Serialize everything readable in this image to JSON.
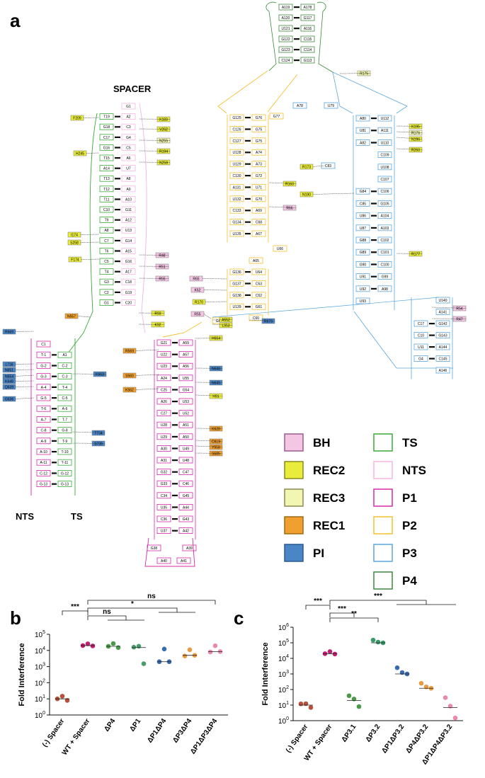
{
  "panel_a": {
    "letter": "a",
    "spacer_title": "SPACER",
    "strand_labels": {
      "nts": "NTS",
      "ts": "TS"
    },
    "legend": [
      {
        "label": "BH",
        "fill": "#f3c6e4",
        "stroke": "#9a5a8c"
      },
      {
        "label": "REC2",
        "fill": "#e9ec3a",
        "stroke": "#8a8a20"
      },
      {
        "label": "REC3",
        "fill": "#f3f6b3",
        "stroke": "#8a8a50"
      },
      {
        "label": "REC1",
        "fill": "#f0a030",
        "stroke": "#a06a10"
      },
      {
        "label": "PI",
        "fill": "#4a86c5",
        "stroke": "#2a5a90"
      },
      {
        "label": "TS",
        "fill": "#ffffff",
        "stroke": "#3aaa3a"
      },
      {
        "label": "NTS",
        "fill": "#ffffff",
        "stroke": "#f3b6e6"
      },
      {
        "label": "P1",
        "fill": "#ffffff",
        "stroke": "#d42aa8"
      },
      {
        "label": "P2",
        "fill": "#ffffff",
        "stroke": "#f2c230"
      },
      {
        "label": "P3",
        "fill": "#ffffff",
        "stroke": "#5aa6dc"
      },
      {
        "label": "P4",
        "fill": "#ffffff",
        "stroke": "#3a8a3a"
      }
    ],
    "top_stem": {
      "left": [
        "A119",
        "A120",
        "U121",
        "G122",
        "G123",
        "C124"
      ],
      "right": [
        "A178",
        "G117",
        "A116",
        "C115",
        "C114",
        "G113"
      ]
    },
    "spacer_rows": [
      {
        "ts": "",
        "nts": "G1"
      },
      {
        "ts": "T19",
        "nts": "A2"
      },
      {
        "ts": "G18",
        "nts": "C3"
      },
      {
        "ts": "C17",
        "nts": "G4"
      },
      {
        "ts": "G16",
        "nts": "C5"
      },
      {
        "ts": "T15",
        "nts": "A6"
      },
      {
        "ts": "A14",
        "nts": "U7"
      },
      {
        "ts": "T13",
        "nts": "A8"
      },
      {
        "ts": "T12",
        "nts": "A9"
      },
      {
        "ts": "T11",
        "nts": "A10"
      },
      {
        "ts": "C10",
        "nts": "G11"
      },
      {
        "ts": "T9",
        "nts": "A12"
      },
      {
        "ts": "A8",
        "nts": "U13"
      },
      {
        "ts": "C7",
        "nts": "G14"
      },
      {
        "ts": "T6",
        "nts": "A15"
      },
      {
        "ts": "C5",
        "nts": "G16"
      },
      {
        "ts": "T4",
        "nts": "A17"
      },
      {
        "ts": "G3",
        "nts": "C18"
      },
      {
        "ts": "C2",
        "nts": "G19"
      },
      {
        "ts": "G1",
        "nts": "C20"
      }
    ],
    "pam_rows": [
      {
        "nts": "C1",
        "ts": ""
      },
      {
        "nts": "T-1",
        "ts": "A1"
      },
      {
        "nts": "G-2",
        "ts": "C-2"
      },
      {
        "nts": "G-3",
        "ts": "C-3"
      },
      {
        "nts": "A-4",
        "ts": "T-4"
      },
      {
        "nts": "G-5",
        "ts": "C-5"
      },
      {
        "nts": "T-6",
        "ts": "A-6"
      },
      {
        "nts": "A-7",
        "ts": "T-7"
      },
      {
        "nts": "C-8",
        "ts": "G-8"
      },
      {
        "nts": "A-9",
        "ts": "T-9"
      },
      {
        "nts": "A-10",
        "ts": "T-10"
      },
      {
        "nts": "A-11",
        "ts": "T-11"
      },
      {
        "nts": "C-12",
        "ts": "G-12"
      },
      {
        "nts": "G-13",
        "ts": "G-13"
      }
    ],
    "p1_rows": [
      {
        "l": "G21",
        "r": "A59"
      },
      {
        "l": "U22",
        "r": "A57"
      },
      {
        "l": "U23",
        "r": "A56"
      },
      {
        "l": "A24",
        "r": "U55"
      },
      {
        "l": "C25",
        "r": "G54"
      },
      {
        "l": "A26",
        "r": "U53"
      },
      {
        "l": "C27",
        "r": "U52"
      },
      {
        "l": "U28",
        "r": "A51"
      },
      {
        "l": "U29",
        "r": "A50"
      },
      {
        "l": "A30",
        "r": "U49"
      },
      {
        "l": "A31",
        "r": "U48"
      },
      {
        "l": "G32",
        "r": "C47"
      },
      {
        "l": "G33",
        "r": "C46"
      },
      {
        "l": "C34",
        "r": "G45"
      },
      {
        "l": "U35",
        "r": "A44"
      },
      {
        "l": "C36",
        "r": "G43"
      },
      {
        "l": "U37",
        "r": "A42"
      }
    ],
    "p1_loop": [
      "G38",
      "A39",
      "A40",
      "A41"
    ],
    "p2_rows": [
      {
        "l": "G125",
        "r": "G76"
      },
      {
        "l": "C126",
        "r": "G75"
      },
      {
        "l": "C127",
        "r": "G75"
      },
      {
        "l": "U128",
        "r": "A74"
      },
      {
        "l": "U129",
        "r": "A73"
      },
      {
        "l": "C130",
        "r": "G72"
      },
      {
        "l": "A131",
        "r": "U71"
      },
      {
        "l": "U132",
        "r": "G70"
      },
      {
        "l": "C133",
        "r": "A69"
      },
      {
        "l": "G134",
        "r": "C68"
      },
      {
        "l": "U135",
        "r": "A67"
      }
    ],
    "p2_lower": [
      {
        "l": "G136",
        "r": "U64"
      },
      {
        "l": "G137",
        "r": "C63"
      },
      {
        "l": "G138",
        "r": "C62"
      },
      {
        "l": "U139",
        "r": "G61"
      }
    ],
    "p2_misc": {
      "u66": "U66",
      "a65": "A65",
      "g60": "G60",
      "c60": "C60",
      "g77": "G77",
      "a78": "A78",
      "u79": "U79"
    },
    "p3_rows": [
      {
        "l": "A80",
        "r": "U112"
      },
      {
        "l": "U81",
        "r": "A111"
      },
      {
        "l": "A82",
        "r": "U110"
      },
      {
        "l": "",
        "r": "C109"
      },
      {
        "l": "",
        "r": "U108"
      },
      {
        "l": "",
        "r": "C107"
      },
      {
        "l": "G84",
        "r": "C106"
      },
      {
        "l": "C85",
        "r": "G105"
      },
      {
        "l": "U86",
        "r": "A104"
      },
      {
        "l": "U87",
        "r": "A103"
      },
      {
        "l": "G88",
        "r": "C102"
      },
      {
        "l": "G89",
        "r": "C101"
      },
      {
        "l": "G90",
        "r": "C100"
      },
      {
        "l": "U91",
        "r": "G99"
      },
      {
        "l": "U92",
        "r": "A98"
      },
      {
        "l": "U93",
        "r": ""
      }
    ],
    "p3_c83": "C83",
    "p4_rows": [
      {
        "l": "",
        "r": "U140"
      },
      {
        "l": "",
        "r": "A141"
      },
      {
        "l": "C17",
        "r": "G142"
      },
      {
        "l": "C10",
        "r": "G143"
      },
      {
        "l": "U11",
        "r": "A144"
      },
      {
        "l": "G4",
        "r": "C145"
      },
      {
        "l": "",
        "r": "A146"
      }
    ],
    "residues": [
      {
        "t": "R175",
        "c": "rec3"
      },
      {
        "t": "K195",
        "c": "rec2"
      },
      {
        "t": "R176",
        "c": "rec3"
      },
      {
        "t": "N196",
        "c": "rec2"
      },
      {
        "t": "R260",
        "c": "rec2"
      },
      {
        "t": "R173",
        "c": "rec2"
      },
      {
        "t": "N190",
        "c": "rec2"
      },
      {
        "t": "R177",
        "c": "rec2"
      },
      {
        "t": "R160",
        "c": "rec2"
      },
      {
        "t": "R66",
        "c": "bh"
      },
      {
        "t": "F209",
        "c": "rec2"
      },
      {
        "t": "H245",
        "c": "rec2"
      },
      {
        "t": "I174",
        "c": "rec2"
      },
      {
        "t": "S258",
        "c": "rec2"
      },
      {
        "t": "F174",
        "c": "rec2"
      },
      {
        "t": "K183",
        "c": "rec2"
      },
      {
        "t": "V262",
        "c": "rec2"
      },
      {
        "t": "N255",
        "c": "rec3"
      },
      {
        "t": "R194",
        "c": "rec2"
      },
      {
        "t": "N258",
        "c": "rec2"
      },
      {
        "t": "R48",
        "c": "bh"
      },
      {
        "t": "R51",
        "c": "bh"
      },
      {
        "t": "R55",
        "c": "bh"
      },
      {
        "t": "R93",
        "c": "rec2"
      },
      {
        "t": "K92",
        "c": "rec2"
      },
      {
        "t": "R65",
        "c": "bh"
      },
      {
        "t": "K62",
        "c": "bh"
      },
      {
        "t": "R170",
        "c": "rec2"
      },
      {
        "t": "R55",
        "c": "bh"
      },
      {
        "t": "A552",
        "c": "rec2"
      },
      {
        "t": "L553",
        "c": "rec2"
      },
      {
        "t": "R676",
        "c": "pi"
      },
      {
        "t": "H664",
        "c": "rec2"
      },
      {
        "t": "R54",
        "c": "bh"
      },
      {
        "t": "R47",
        "c": "bh"
      },
      {
        "t": "N557",
        "c": "rec1"
      },
      {
        "t": "R669",
        "c": "pi"
      },
      {
        "t": "L716",
        "c": "pi"
      },
      {
        "t": "N651",
        "c": "pi"
      },
      {
        "t": "N654",
        "c": "pi"
      },
      {
        "t": "K649",
        "c": "pi"
      },
      {
        "t": "Q639",
        "c": "pi"
      },
      {
        "t": "G636",
        "c": "pi"
      },
      {
        "t": "K663",
        "c": "pi"
      },
      {
        "t": "T734",
        "c": "pi"
      },
      {
        "t": "S736",
        "c": "pi"
      },
      {
        "t": "R569",
        "c": "rec1"
      },
      {
        "t": "S560",
        "c": "rec1"
      },
      {
        "t": "K562",
        "c": "rec1"
      },
      {
        "t": "N646",
        "c": "pi"
      },
      {
        "t": "N645",
        "c": "pi"
      },
      {
        "t": "H91",
        "c": "rec2"
      },
      {
        "t": "K620",
        "c": "rec1"
      },
      {
        "t": "C619",
        "c": "rec1"
      },
      {
        "t": "Y558",
        "c": "rec1"
      },
      {
        "t": "S585",
        "c": "rec1"
      }
    ]
  },
  "panel_b": {
    "letter": "b",
    "y_title": "Fold Interference",
    "y_ticks": [
      "10^5",
      "10^4",
      "10^3",
      "10^2",
      "10^1",
      "10^0"
    ],
    "sig_labels": [
      "***",
      "ns",
      "*",
      "ns"
    ]
  },
  "panel_c": {
    "letter": "c",
    "y_title": "Fold Interference",
    "y_ticks": [
      "10^6",
      "10^5",
      "10^4",
      "10^3",
      "10^2",
      "10^1",
      "10^0"
    ],
    "sig_labels": [
      "***",
      "***",
      "**",
      "***"
    ]
  },
  "chart_data": [
    {
      "type": "scatter",
      "ylabel": "Fold Interference",
      "yscale": "log",
      "ylim": [
        1,
        100000
      ],
      "categories": [
        "(-) Spacer",
        "WT + Spacer",
        "ΔP4",
        "ΔP1",
        "ΔP1ΔP4",
        "ΔP3ΔP4",
        "ΔP1ΔP3ΔP4"
      ],
      "colors": [
        "#b5513a",
        "#c0206f",
        "#4a9a4a",
        "#4a9a6a",
        "#3a6ab0",
        "#e89a40",
        "#e88aa8"
      ],
      "points": [
        [
          10,
          12,
          8
        ],
        [
          20000,
          21000,
          19000
        ],
        [
          18000,
          22000,
          15000
        ],
        [
          16000,
          15000,
          1500
        ],
        [
          2000,
          10000,
          2000
        ],
        [
          4500,
          9000,
          5000
        ],
        [
          8000,
          16000,
          8500
        ]
      ],
      "medians": [
        10,
        20000,
        18000,
        15000,
        2000,
        5000,
        8500
      ],
      "significance": [
        {
          "pair": [
            "(-) Spacer",
            "WT + Spacer"
          ],
          "label": "***"
        },
        {
          "pair": [
            "WT + Spacer",
            "ΔP4..ΔP1"
          ],
          "label": "ns"
        },
        {
          "pair": [
            "WT + Spacer",
            "ΔP1ΔP4..ΔP3ΔP4"
          ],
          "label": "*"
        },
        {
          "pair": [
            "WT + Spacer",
            "ΔP1ΔP3ΔP4"
          ],
          "label": "ns"
        }
      ]
    },
    {
      "type": "scatter",
      "ylabel": "Fold Interference",
      "yscale": "log",
      "ylim": [
        1,
        1000000
      ],
      "categories": [
        "(-) Spacer",
        "WT + Spacer",
        "ΔP3.1",
        "ΔP3.2",
        "ΔP1ΔP3.2",
        "ΔP4ΔP3.2",
        "ΔP1ΔP4ΔP3.2"
      ],
      "colors": [
        "#b5513a",
        "#c0206f",
        "#4a9a4a",
        "#3a9a6a",
        "#3a6ab0",
        "#e89a40",
        "#e88aa8"
      ],
      "points": [
        [
          12,
          10,
          7
        ],
        [
          20000,
          22000,
          19000
        ],
        [
          40,
          20,
          8
        ],
        [
          150000,
          90000,
          100000
        ],
        [
          2500,
          1000,
          1000
        ],
        [
          250,
          120,
          120
        ],
        [
          30,
          7,
          1.5
        ]
      ],
      "medians": [
        10,
        20000,
        20,
        100000,
        1000,
        120,
        7
      ],
      "significance": [
        {
          "pair": [
            "(-) Spacer",
            "WT + Spacer"
          ],
          "label": "***"
        },
        {
          "pair": [
            "WT + Spacer",
            "ΔP3.1"
          ],
          "label": "***"
        },
        {
          "pair": [
            "WT + Spacer",
            "ΔP3.2"
          ],
          "label": "**"
        },
        {
          "pair": [
            "WT + Spacer",
            "ΔP1ΔP3.2..ΔP1ΔP4ΔP3.2"
          ],
          "label": "***"
        }
      ]
    }
  ]
}
